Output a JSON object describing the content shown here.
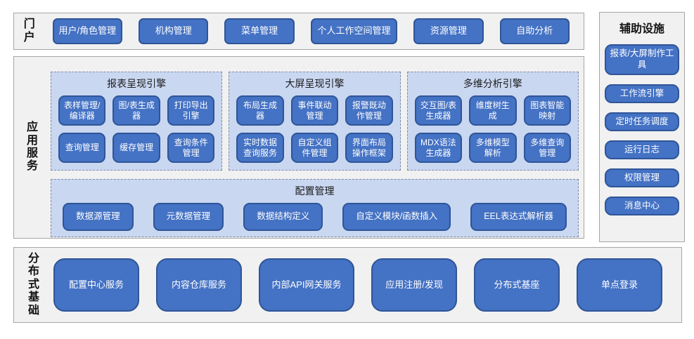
{
  "colors": {
    "button_fill": "#4472c4",
    "button_border": "#2f5597",
    "group_fill": "#c9d7f1",
    "group_border_dashed": "#7f8ca6",
    "section_fill": "#f1f1f1",
    "section_border": "#a6a6a6",
    "button_text": "#ffffff"
  },
  "portal": {
    "label": "门户",
    "buttons": [
      "用户/角色管理",
      "机构管理",
      "菜单管理",
      "个人工作空间管理",
      "资源管理",
      "自助分析"
    ]
  },
  "app_services": {
    "label": "应用服务",
    "groups": [
      {
        "title": "报表呈现引擎",
        "buttons": [
          "表样管理/编译器",
          "图/表生成器",
          "打印导出引擎",
          "查询管理",
          "缓存管理",
          "查询条件管理"
        ]
      },
      {
        "title": "大屏呈现引擎",
        "buttons": [
          "布局生成器",
          "事件联动管理",
          "报警既动作管理",
          "实时数据查询服务",
          "自定义组件管理",
          "界面布局操作框架"
        ]
      },
      {
        "title": "多维分析引擎",
        "buttons": [
          "交互图/表生成器",
          "维度树生成",
          "图表智能映射",
          "MDX语法生成器",
          "多维模型解析",
          "多维查询管理"
        ]
      }
    ],
    "config_group": {
      "title": "配置管理",
      "buttons": [
        "数据源管理",
        "元数据管理",
        "数据结构定义",
        "自定义模块/函数插入",
        "EEL表达式解析器"
      ]
    }
  },
  "auxiliary": {
    "title": "辅助设施",
    "buttons": [
      "报表/大屏制作工具",
      "工作流引擎",
      "定时任务调度",
      "运行日志",
      "权限管理",
      "消息中心"
    ]
  },
  "foundation": {
    "label": "分布式基础",
    "buttons": [
      "配置中心服务",
      "内容仓库服务",
      "内部API网关服务",
      "应用注册/发现",
      "分布式基座",
      "单点登录"
    ]
  }
}
